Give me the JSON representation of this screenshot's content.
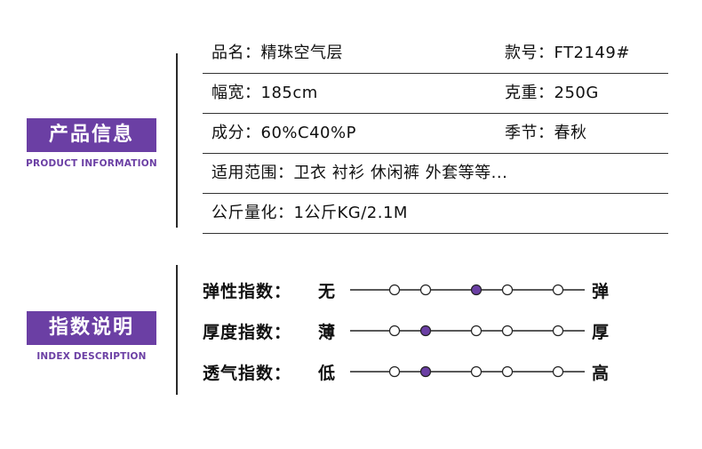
{
  "product_info": {
    "badge_title": "产品信息",
    "badge_subtitle": "PRODUCT INFORMATION",
    "rows": [
      {
        "left": "品名：精珠空气层",
        "right": "款号：FT2149#"
      },
      {
        "left": "幅宽：185cm",
        "right": "克重：250G"
      },
      {
        "left": "成分：60%C40%P",
        "right": "季节：春秋"
      },
      {
        "left": "适用范围：卫衣 衬衫 休闲裤 外套等等...",
        "right": ""
      },
      {
        "left": "公斤量化：1公斤KG/2.1M",
        "right": ""
      }
    ]
  },
  "index_description": {
    "badge_title": "指数说明",
    "badge_subtitle": "INDEX DESCRIPTION",
    "indices": [
      {
        "label": "弹性指数：",
        "low": "无",
        "high": "弹",
        "levels": 5,
        "selected": 3
      },
      {
        "label": "厚度指数：",
        "low": "薄",
        "high": "厚",
        "levels": 5,
        "selected": 2
      },
      {
        "label": "透气指数：",
        "low": "低",
        "high": "高",
        "levels": 5,
        "selected": 2
      }
    ]
  },
  "colors": {
    "accent": "#6b3fa4",
    "line": "#333333"
  }
}
